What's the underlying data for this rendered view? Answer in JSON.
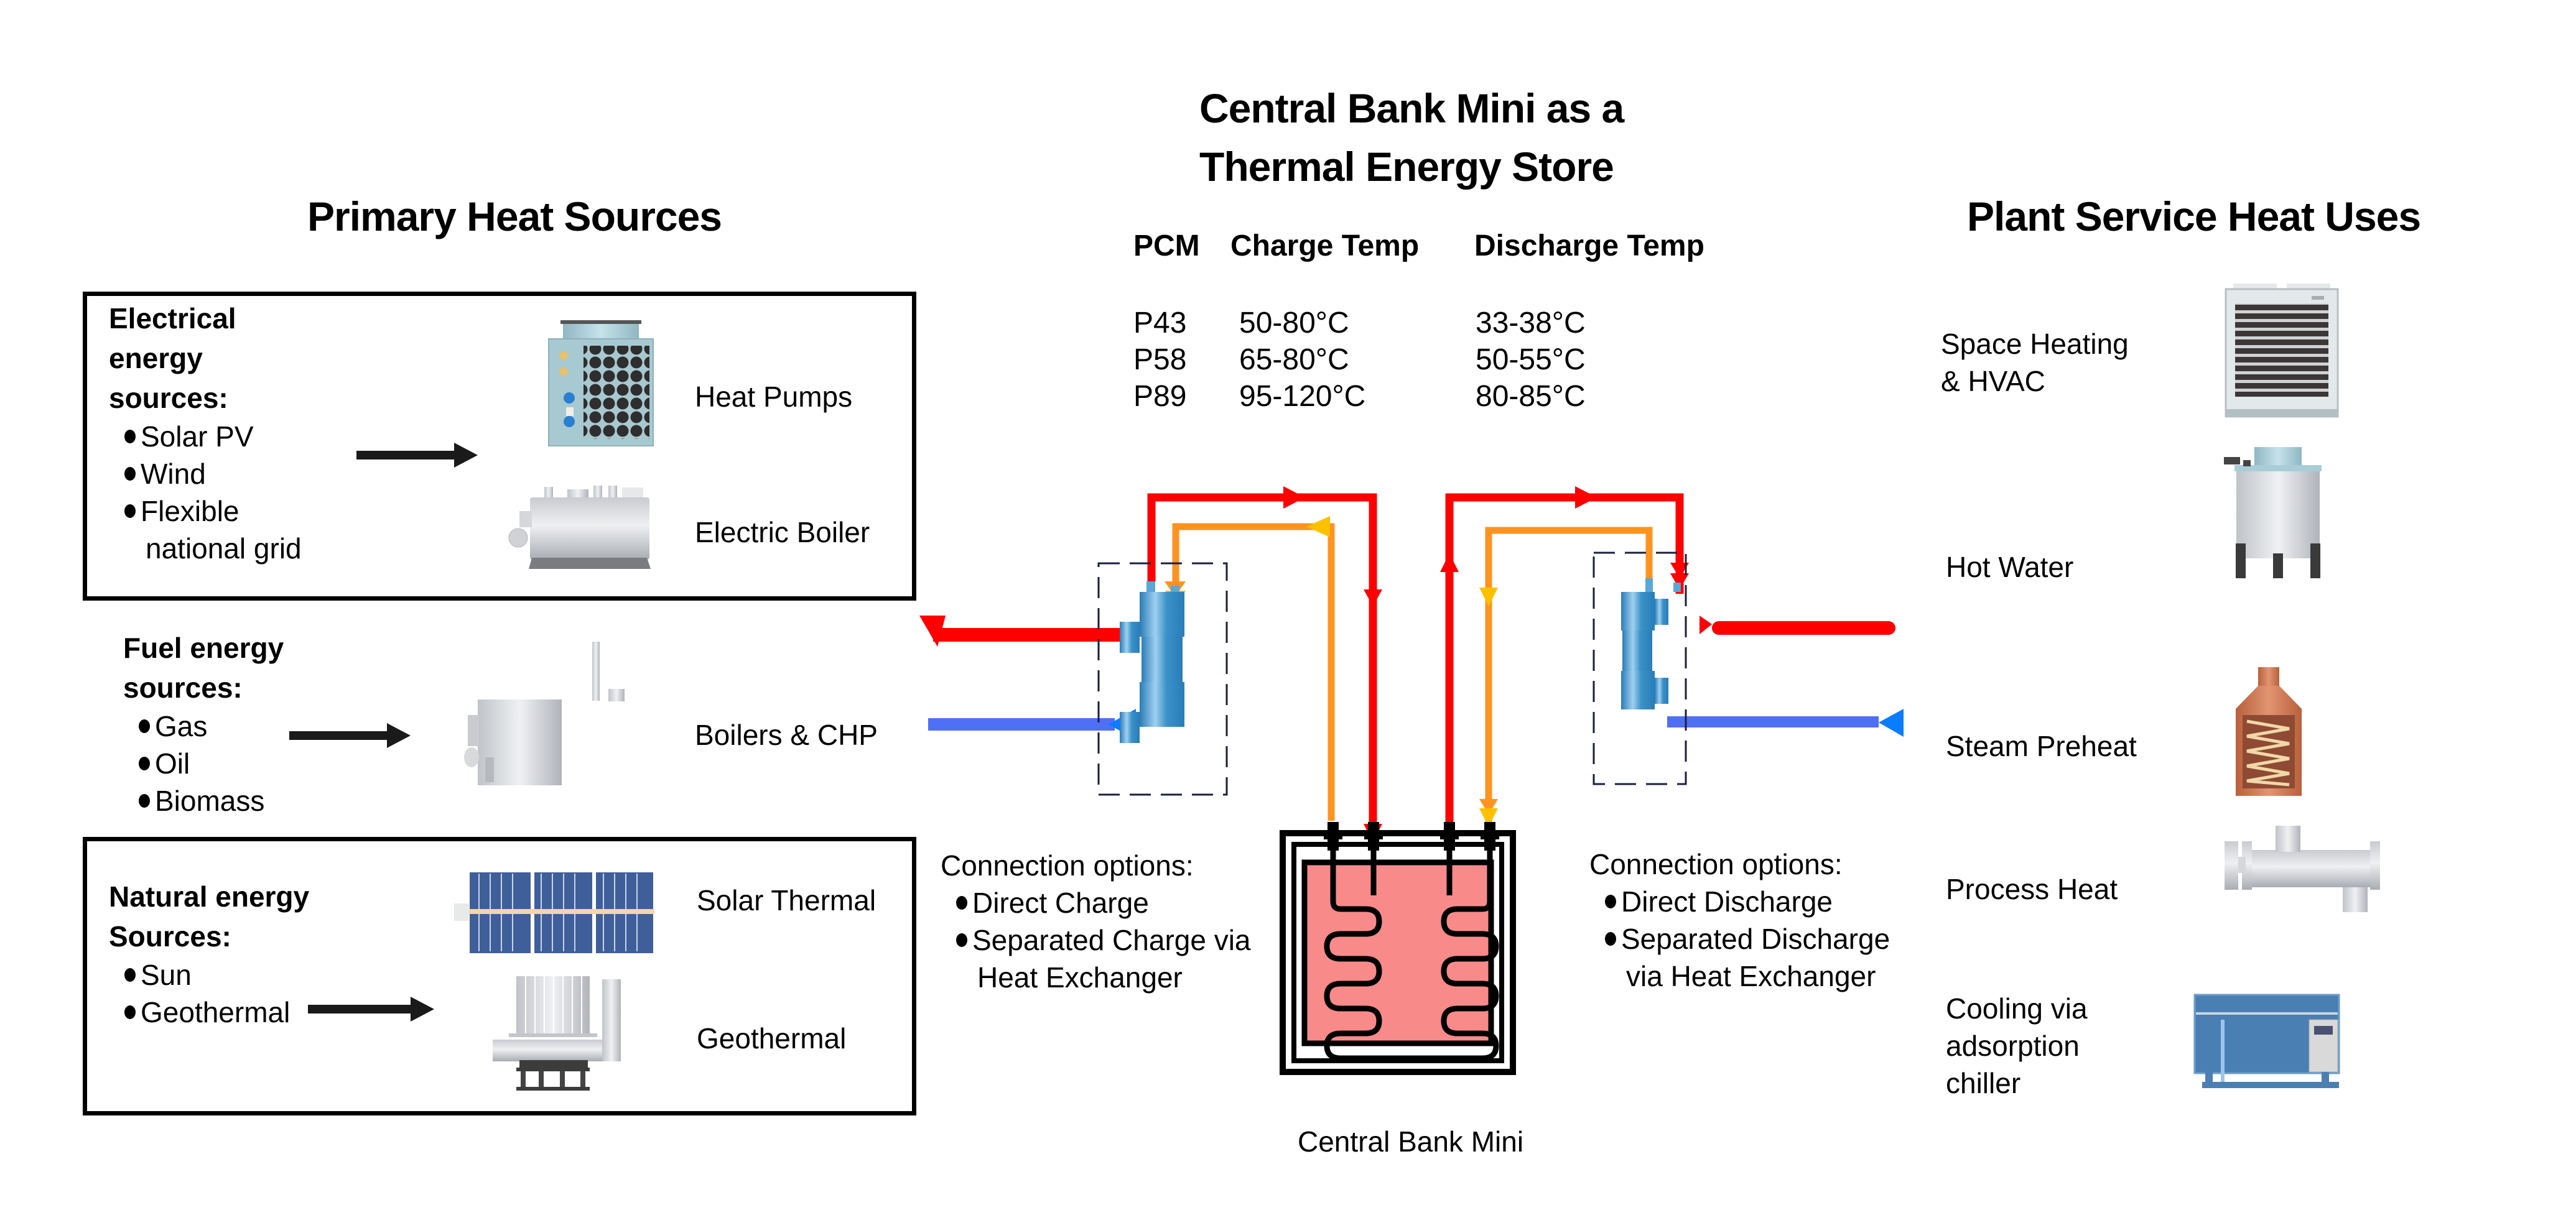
{
  "titles": {
    "left": "Primary Heat Sources",
    "center_line1": "Central Bank Mini as a",
    "center_line2": "Thermal Energy Store",
    "right": "Plant Service Heat Uses"
  },
  "pcm_table": {
    "headers": [
      "PCM",
      "Charge Temp",
      "Discharge Temp"
    ],
    "rows": [
      {
        "pcm": "P43",
        "charge": "50-80°C",
        "discharge": "33-38°C"
      },
      {
        "pcm": "P58",
        "charge": "65-80°C",
        "discharge": "50-55°C"
      },
      {
        "pcm": "P89",
        "charge": "95-120°C",
        "discharge": "80-85°C"
      }
    ]
  },
  "sources": {
    "electrical": {
      "heading": [
        "Electrical",
        "energy",
        "sources:"
      ],
      "items": [
        "Solar PV",
        "Wind",
        "Flexible",
        "national grid"
      ],
      "equipment": [
        {
          "label": "Heat Pumps",
          "icon": "heat-pump-icon"
        },
        {
          "label": "Electric Boiler",
          "icon": "electric-boiler-icon"
        }
      ]
    },
    "fuel": {
      "heading": [
        "Fuel energy",
        "sources:"
      ],
      "items": [
        "Gas",
        "Oil",
        "Biomass"
      ],
      "equipment": [
        {
          "label": "Boilers & CHP",
          "icon": "boiler-chp-icon"
        }
      ]
    },
    "natural": {
      "heading": [
        "Natural energy",
        "Sources:"
      ],
      "items": [
        "Sun",
        "Geothermal"
      ],
      "equipment": [
        {
          "label": "Solar Thermal",
          "icon": "solar-thermal-icon"
        },
        {
          "label": "Geothermal",
          "icon": "geothermal-icon"
        }
      ]
    }
  },
  "charge_options": {
    "heading": "Connection options:",
    "items": [
      "Direct Charge",
      "Separated Charge via",
      "Heat Exchanger"
    ]
  },
  "discharge_options": {
    "heading": "Connection options:",
    "items": [
      "Direct Discharge",
      "Separated Discharge",
      "via  Heat Exchanger"
    ]
  },
  "store_label": "Central Bank Mini",
  "uses": [
    {
      "label_lines": [
        "Space Heating",
        "& HVAC"
      ],
      "icon": "hvac-unit-icon"
    },
    {
      "label_lines": [
        "Hot Water"
      ],
      "icon": "hot-water-tank-icon"
    },
    {
      "label_lines": [
        "Steam Preheat"
      ],
      "icon": "steam-preheater-icon"
    },
    {
      "label_lines": [
        "Process Heat"
      ],
      "icon": "process-heat-exchanger-icon"
    },
    {
      "label_lines": [
        "Cooling via",
        "adsorption",
        "chiller"
      ],
      "icon": "adsorption-chiller-icon"
    }
  ],
  "colors": {
    "hot_flow": "#ff0000",
    "warm_flow": "#ff9320",
    "warm_arrow": "#ffc000",
    "cold_flow": "#4f6ff5",
    "cold_arrow": "#0a7cff",
    "pcm_fill": "#f88a8a",
    "hx_blue": "#3a92c8",
    "dash": "#1a1f40"
  }
}
